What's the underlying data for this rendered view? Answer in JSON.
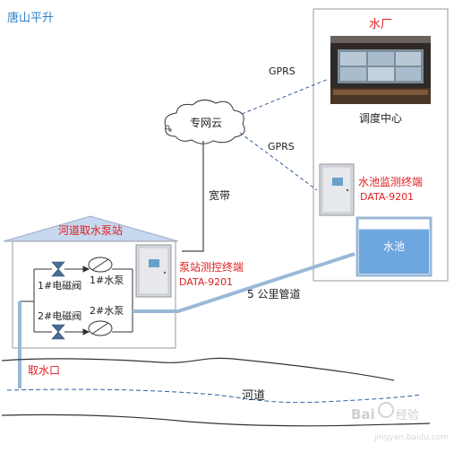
{
  "brand": "唐山平升",
  "waterworks": {
    "title": "水厂",
    "dispatch_center": "调度中心",
    "monitor_terminal_name": "水池监测终端",
    "monitor_terminal_model": "DATA-9201",
    "pool_label": "水池"
  },
  "network": {
    "cloud_label": "专网云",
    "gprs_upper": "GPRS",
    "gprs_lower": "GPRS",
    "broadband": "宽带"
  },
  "pump_station": {
    "title": "河道取水泵站",
    "control_terminal_name": "泵站测控终端",
    "control_terminal_model": "DATA-9201",
    "valve_1": "1#电磁阀",
    "valve_2": "2#电磁阀",
    "pump_1": "1#水泵",
    "pump_2": "2#水泵"
  },
  "pipeline": {
    "label": "5 公里管道"
  },
  "intake": {
    "label": "取水口"
  },
  "river": {
    "label": "河道"
  },
  "watermark": {
    "text": "Bai 经验",
    "url": "jingyan.baidu.com"
  },
  "colors": {
    "brand_blue": "#2f7fc6",
    "label_red": "#e02020",
    "pipe_blue": "#9ab8d8",
    "pool_fill": "#6ea6df",
    "roof_fill": "#c6d7ee",
    "dashed_link": "#3a5a9a"
  }
}
